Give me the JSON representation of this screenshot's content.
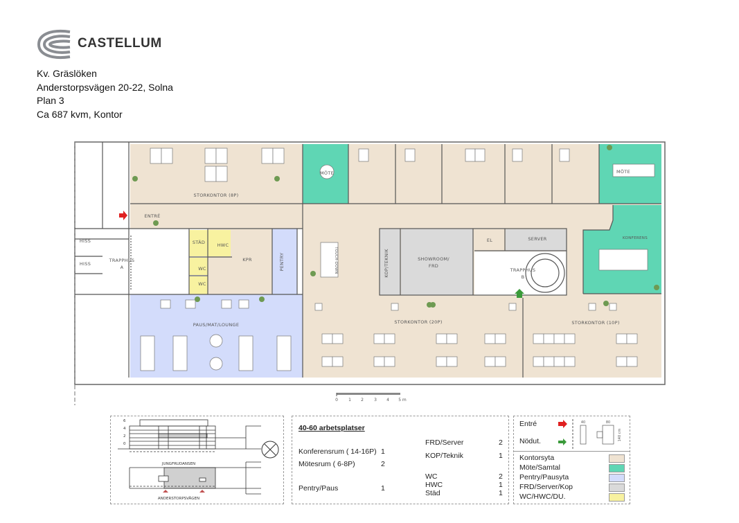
{
  "header": {
    "brand": "CASTELLUM",
    "property": "Kv. Gräslöken",
    "address": "Anderstorpsvägen 20-22, Solna",
    "floor": "Plan 3",
    "area": "Ca 687 kvm, Kontor"
  },
  "rooms": {
    "storkontor_8p": "STORKONTOR (8P)",
    "mote_left": "MÖTE",
    "mote_right": "MÖTE",
    "entre": "ENTRÉ",
    "hiss1": "HISS",
    "hiss2": "HISS",
    "trapphus_a_1": "TRAPPHUS",
    "trapphus_a_2": "A",
    "stad": "STÄD",
    "hwc": "HWC",
    "wc1": "WC",
    "wc2": "WC",
    "kpr": "KPR",
    "pentry": "PENTRY",
    "touchdown": "TOUCH-DOWN",
    "kop_teknik": "KOP/TEKNIK",
    "showroom_1": "SHOWROOM/",
    "showroom_2": "FRD",
    "el": "EL",
    "server": "SERVER",
    "trapphus_b_1": "TRAPPHUS",
    "trapphus_b_2": "B",
    "konferens": "KONFERENS",
    "paus": "PAUS/MAT/LOUNGE",
    "storkontor_20p": "STORKONTOR (20P)",
    "storkontor_10p": "STORKONTOR (10P)"
  },
  "scale": {
    "ticks": [
      "0",
      "1",
      "2",
      "3",
      "4",
      "5 m"
    ]
  },
  "site_plan": {
    "levels": [
      "6",
      "4",
      "2",
      "0"
    ],
    "street_north": "JUNGFRUDANSEN",
    "street_south": "ANDERSTORPSVÄGEN"
  },
  "summary": {
    "title": "40-60 arbetsplatser",
    "rows": [
      {
        "label": "Konferensrum ( 14-16P)",
        "count": "1"
      },
      {
        "label": "Mötesrum ( 6-8P)",
        "count": "2"
      },
      {
        "label": "Pentry/Paus",
        "count": "1"
      },
      {
        "label": "FRD/Server",
        "count": "2"
      },
      {
        "label": "KOP/Teknik",
        "count": "1"
      },
      {
        "label": "WC",
        "count": "2"
      },
      {
        "label": "HWC",
        "count": "1"
      },
      {
        "label": "Städ",
        "count": "1"
      }
    ]
  },
  "legend": {
    "entre": "Entré",
    "nodut": "Nödut.",
    "dims": [
      "40",
      "80",
      "140 cm"
    ],
    "entre_color": "#e02020",
    "nodut_color": "#3a9a3a",
    "items": [
      {
        "label": "Kontorsyta",
        "color": "#efe3d2"
      },
      {
        "label": "Möte/Samtal",
        "color": "#5fd6b4"
      },
      {
        "label": "Pentry/Pausyta",
        "color": "#d3dcfb"
      },
      {
        "label": "FRD/Server/Kop",
        "color": "#dadada"
      },
      {
        "label": "WC/HWC/DU.",
        "color": "#f8f2a0"
      }
    ]
  }
}
